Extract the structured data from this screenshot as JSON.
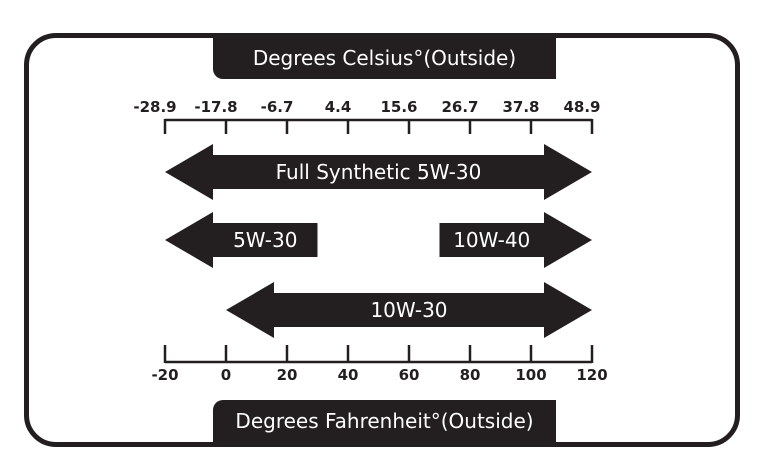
{
  "title_celsius": "Degrees Celsius°(Outside)",
  "title_fahrenheit": "Degrees Fahrenheit°(Outside)",
  "celsius_ticks": [
    "-28.9",
    "-17.8",
    "-6.7",
    "4.4",
    "15.6",
    "26.7",
    "37.8",
    "48.9"
  ],
  "fahrenheit_ticks": [
    -20,
    0,
    20,
    40,
    60,
    80,
    100,
    120
  ],
  "fahrenheit_tick_labels": [
    "-20",
    "0",
    "20",
    "40",
    "60",
    "80",
    "100",
    "120"
  ],
  "oils": [
    {
      "label": "Full Synthetic 5W-30",
      "from_f": -20,
      "to_f": 120,
      "left_head": true,
      "right_head": true
    },
    {
      "label": "5W-30",
      "from_f": -20,
      "to_f": 30,
      "left_head": true,
      "right_head": false
    },
    {
      "label": "10W-40",
      "from_f": 70,
      "to_f": 120,
      "left_head": false,
      "right_head": true
    },
    {
      "label": "10W-30",
      "from_f": 0,
      "to_f": 120,
      "left_head": true,
      "right_head": true
    }
  ],
  "colors": {
    "ink": "#231f20",
    "text_on_dark": "#ffffff"
  }
}
